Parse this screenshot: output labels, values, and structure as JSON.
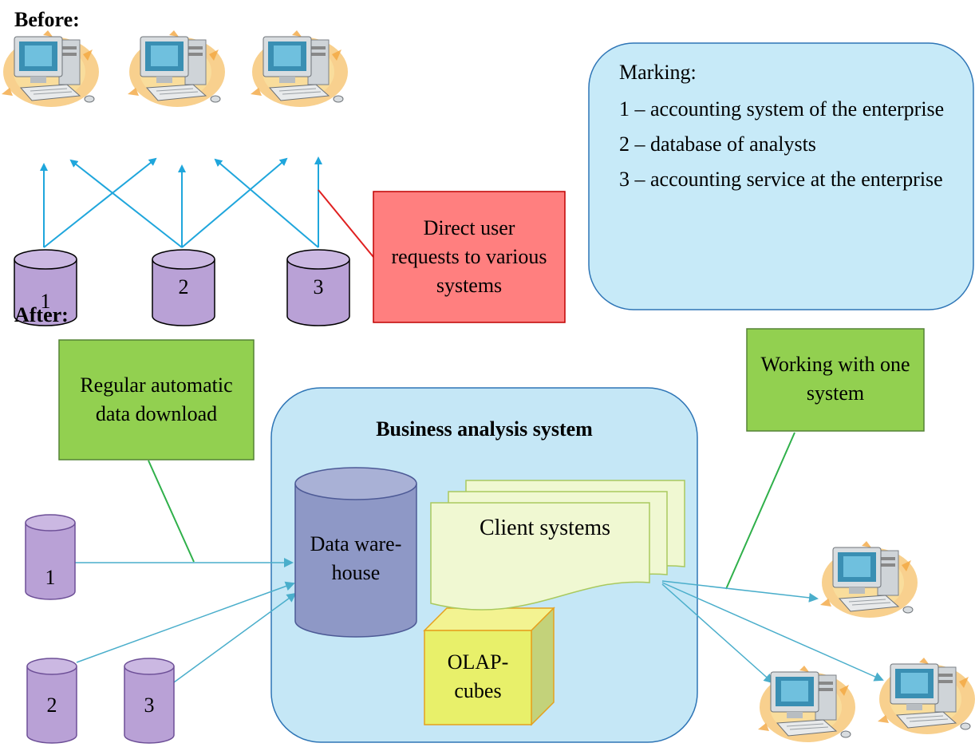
{
  "before_label": "Before:",
  "after_label": "After:",
  "legend": {
    "title": "Marking:",
    "items": [
      "1 – accounting system of the enterprise",
      "2 – database of analysts",
      "3 – accounting service at the enterprise"
    ]
  },
  "before_databases": [
    "1",
    "2",
    "3"
  ],
  "after_databases": [
    "1",
    "2",
    "3"
  ],
  "callouts": {
    "direct_requests": "Direct user requests to various systems",
    "regular_download": "Regular automatic data download",
    "working_one_system": "Working with one system"
  },
  "system": {
    "title": "Business analysis system",
    "warehouse": "Data ware-house",
    "client_systems": "Client systems",
    "olap": "OLAP-cubes"
  },
  "colors": {
    "arrow_before": "#1fa6dc",
    "arrow_after": "#4aaecb",
    "db_fill": "#b9a1d6",
    "legend_fill": "#c7eaf8",
    "system_fill": "#c5e7f6",
    "callout_red": "#ff7f7f",
    "callout_green": "#92d050",
    "warehouse_fill": "#8e98c6"
  },
  "icons": [
    "computer-icon"
  ]
}
